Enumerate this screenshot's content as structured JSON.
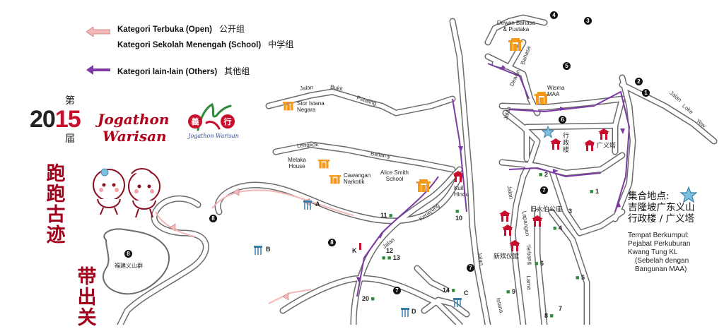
{
  "legend": {
    "open": {
      "label": "Kategori Terbuka (Open)",
      "cjk": "公开组"
    },
    "school": {
      "label": "Kategori Sekolah Menengah (School)",
      "cjk": "中学组"
    },
    "others": {
      "label": "Kategori lain-lain (Others)",
      "cjk": "其他组"
    }
  },
  "title": {
    "prefix": "第",
    "year_a": "20",
    "year_b": "15",
    "suffix": "届",
    "name1": "Jogathon",
    "name2": "Warisan",
    "logo_a": "義",
    "logo_b": "行",
    "logo_caption": "Jogathon Warisan",
    "vertical_1": "跑跑古迹",
    "vertical_2": "带出关"
  },
  "roads": {
    "jalan_bukit_petaling": [
      "Jalan",
      "Bukit",
      "Petaling"
    ],
    "lengkok_bellamy": [
      "Lengkok",
      "Bellamy"
    ],
    "jalan_kerayung": [
      "Jalan",
      "Kerayung"
    ],
    "jalan_dewan_bahasa": [
      "Jalan",
      "Dewan",
      "Bahasa"
    ],
    "jalan_loke_yew": [
      "Jalan",
      "Loke",
      "Yew"
    ],
    "jalan_istana": [
      "Jalan",
      "Istana"
    ],
    "jalan_lapangan_terbang_lama": [
      "Jalan",
      "Lapangan",
      "Terbang",
      "Lama"
    ]
  },
  "places": {
    "dewan_bahasa": [
      "Dewan Bahasa",
      "& Pustaka"
    ],
    "wisma_maa": [
      "Wisma",
      "MAA"
    ],
    "stor_istana": [
      "Stor Istana",
      "Negara"
    ],
    "melaka_house": [
      "Melaka",
      "House"
    ],
    "cawangan": [
      "Cawangan",
      "Narkotik"
    ],
    "alice_smith": [
      "Alice Smith",
      "School"
    ],
    "kuil_hindu": [
      "Kuil",
      "Hindu"
    ],
    "xingzhenglou": [
      "行",
      "政",
      "楼"
    ],
    "guangyita": "广义塔",
    "jiudabogongmiao": "旧大伯公庙",
    "xinbinyiguan": "新殡仪馆",
    "fujian_yishan": "福建义山群",
    "letter_a": "A",
    "letter_b": "B",
    "letter_c": "C",
    "letter_d": "D",
    "letter_k": "K"
  },
  "markers": [
    "1",
    "2",
    "3",
    "4",
    "5",
    "6",
    "7",
    "8"
  ],
  "green_numbers": [
    "1",
    "2",
    "3",
    "4",
    "5",
    "6",
    "7",
    "8",
    "9",
    "10",
    "11",
    "12",
    "13",
    "14",
    "20"
  ],
  "info": {
    "assembly_cjk": "集合地点:",
    "line1_cjk": "吉隆坡广东义山",
    "line2_cjk": "行政楼 / 广义塔",
    "en1": "Tempat Berkumpul:",
    "en2": "Pejabat Perkuburan",
    "en3": "Kwang Tung KL",
    "en4": "(Sebelah dengan",
    "en5": "Bangunan MAA)"
  },
  "colors": {
    "open_arrow": "#f4b8b8",
    "others_arrow": "#7b3aa5",
    "road": "#555555",
    "building": "#f39a1c",
    "temple": "#c8102e",
    "title_red": "#b0001a",
    "star": "#7fbfe0"
  }
}
